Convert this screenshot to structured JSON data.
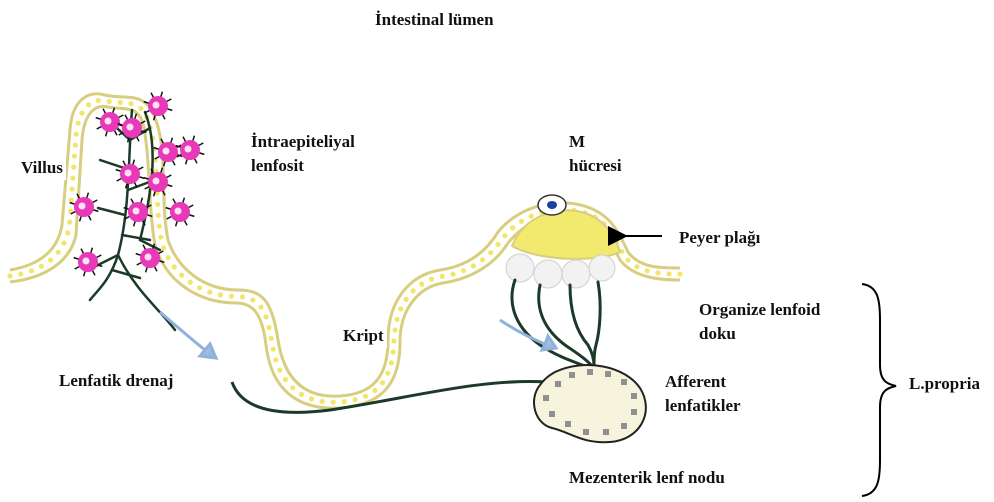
{
  "labels": {
    "lumen": "İntestinal lümen",
    "villus": "Villus",
    "iel_line1": "İntraepiteliyal",
    "iel_line2": "lenfosit",
    "m_line1": "M",
    "m_line2": "hücresi",
    "peyer": "Peyer plağı",
    "organized_line1": "Organize lenfoid",
    "organized_line2": "doku",
    "kript": "Kript",
    "lymph_drain": "Lenfatik drenaj",
    "afferent_line1": "Afferent",
    "afferent_line2": "lenfatikler",
    "lamina_propria": "L.propria",
    "mesenteric": "Mezenterik lenf nodu"
  },
  "colors": {
    "epithelium": "#d9cd80",
    "epithelium_dots": "#f2e66a",
    "lymphocyte": "#e83ab8",
    "peyer_dome": "#f1ea6e",
    "lymph_vessel": "#1b3a28",
    "flow_arrow": "#8fb1db",
    "m_cell_nucleus": "#1a3fa0"
  }
}
